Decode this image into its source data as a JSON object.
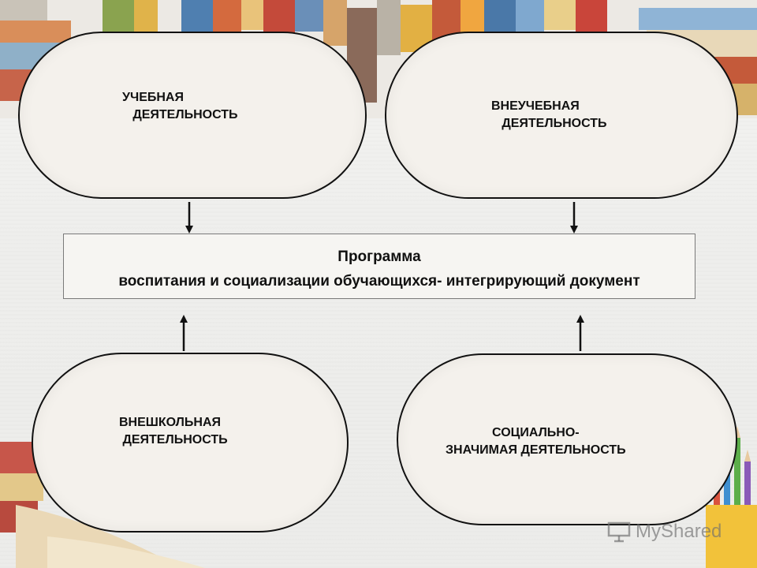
{
  "nodes": {
    "academic": {
      "text": "УЧЕБНАЯ\n   ДЕЯТЕЛЬНОСТЬ"
    },
    "extracurricular": {
      "text": "ВНЕУЧЕБНАЯ\n   ДЕЯТЕЛЬНОСТЬ"
    },
    "out_of_school": {
      "text": "ВНЕШКОЛЬНАЯ\n ДЕЯТЕЛЬНОСТЬ"
    },
    "social": {
      "text": "СОЦИАЛЬНО-\nЗНАЧИМАЯ ДЕЯТЕЛЬНОСТЬ"
    }
  },
  "center": {
    "line1": "Программа",
    "line2": "воспитания  и социализации обучающихся- интегрирующий документ"
  },
  "watermark": {
    "text": "MyShared"
  },
  "colors": {
    "node_fill": "#f4f1ec",
    "node_border": "#111111",
    "box_border": "#7a7a7a",
    "arrow": "#111111"
  }
}
